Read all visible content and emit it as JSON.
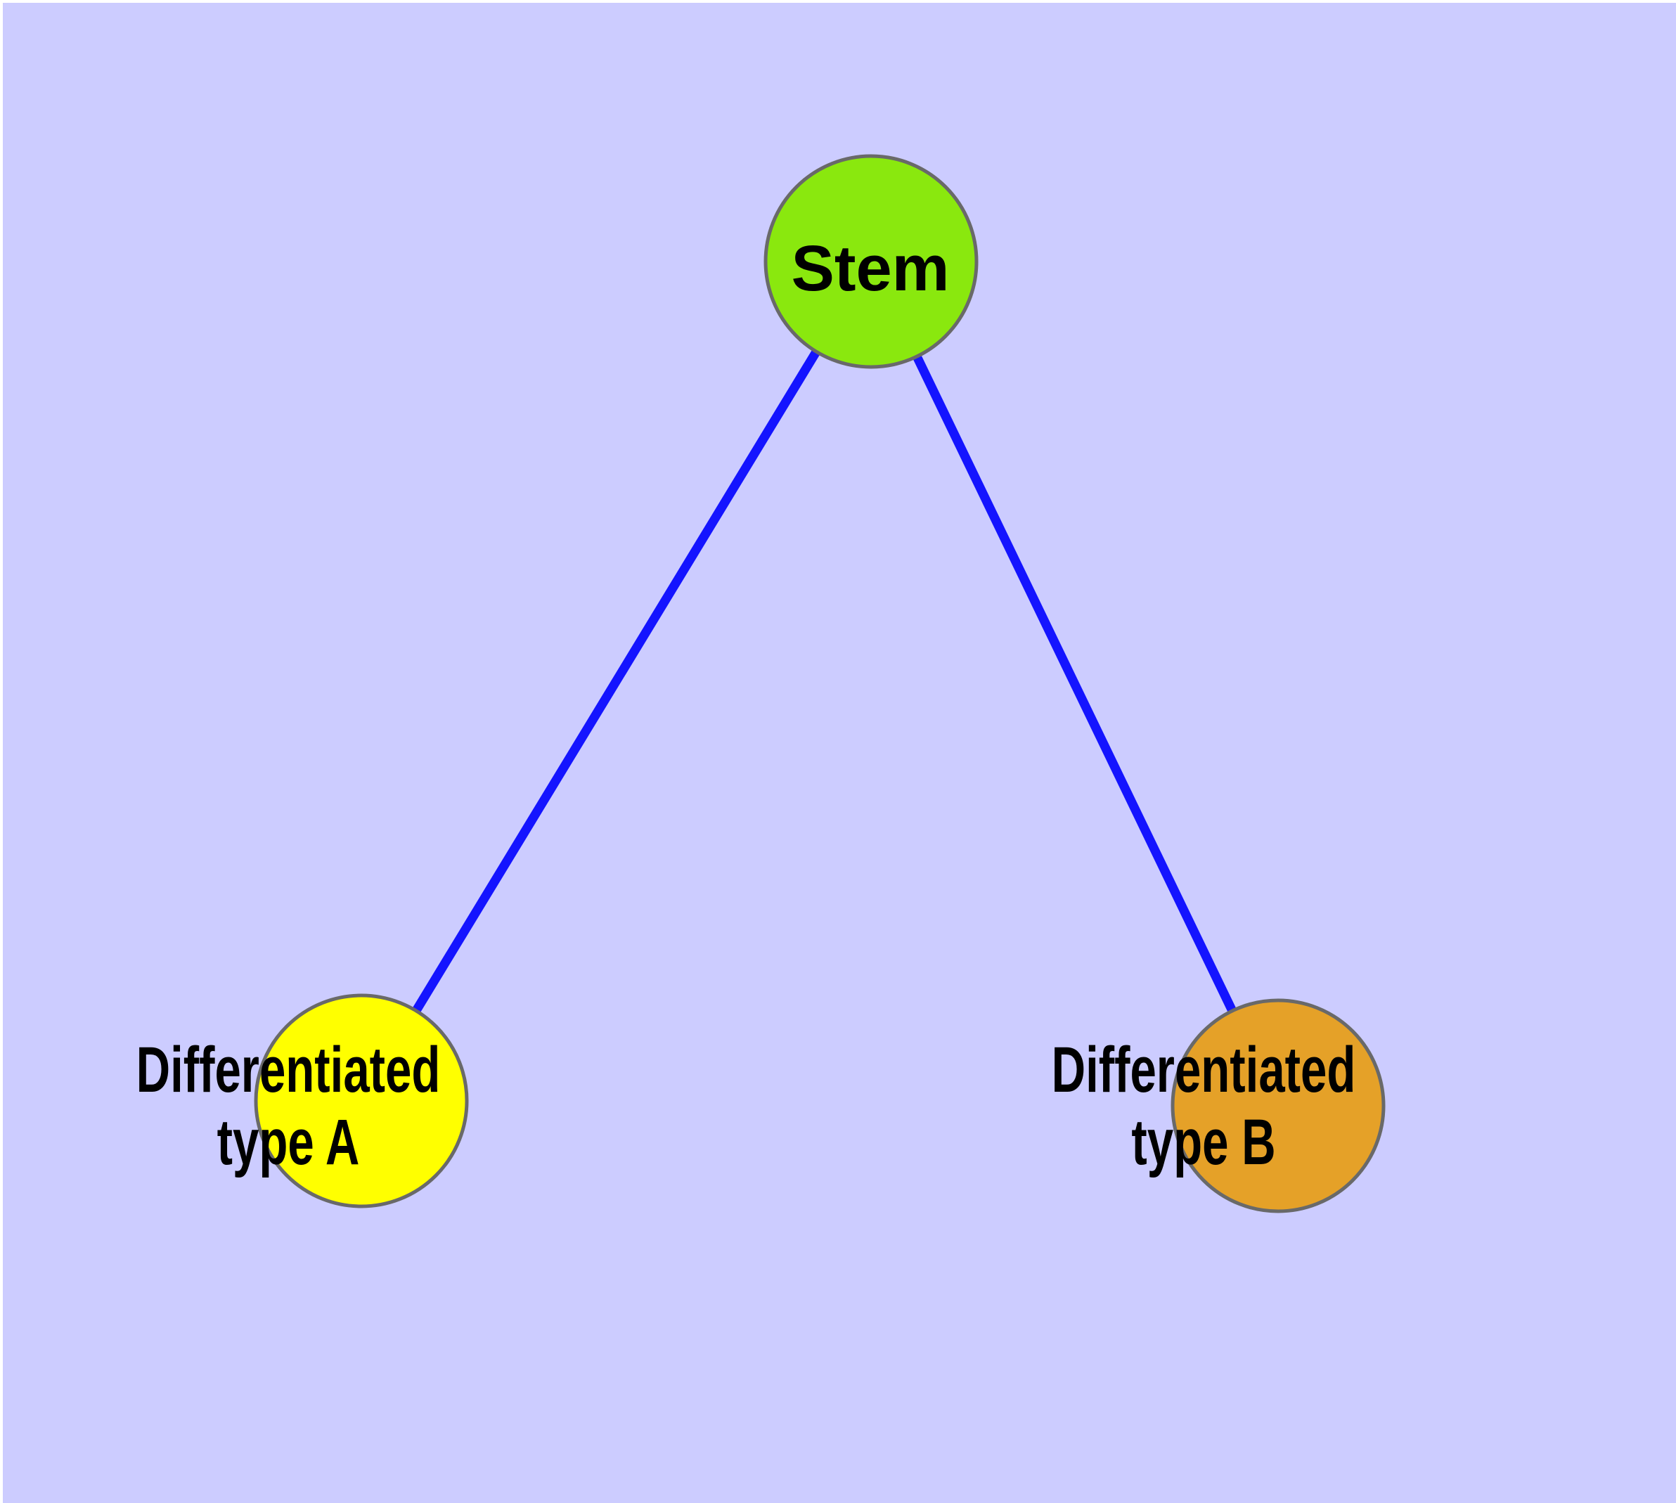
{
  "figure": {
    "background_color": "#CCCCFF",
    "frame_color": "#FFFFFF"
  },
  "graph": {
    "edge_color": "#1414FF",
    "node_border_color": "#696969",
    "label_color": "#000000",
    "nodes": {
      "stem": {
        "label": "Stem",
        "fill": "#8AE80E"
      },
      "type_a": {
        "label_line1": "Differentiated",
        "label_line2": "type A",
        "fill": "#FFFF00"
      },
      "type_b": {
        "label_line1": "Differentiated",
        "label_line2": "type B",
        "fill": "#E5A128"
      }
    },
    "edges": [
      {
        "from": "Stem",
        "to": "Differentiated type A"
      },
      {
        "from": "Stem",
        "to": "Differentiated type B"
      }
    ]
  }
}
